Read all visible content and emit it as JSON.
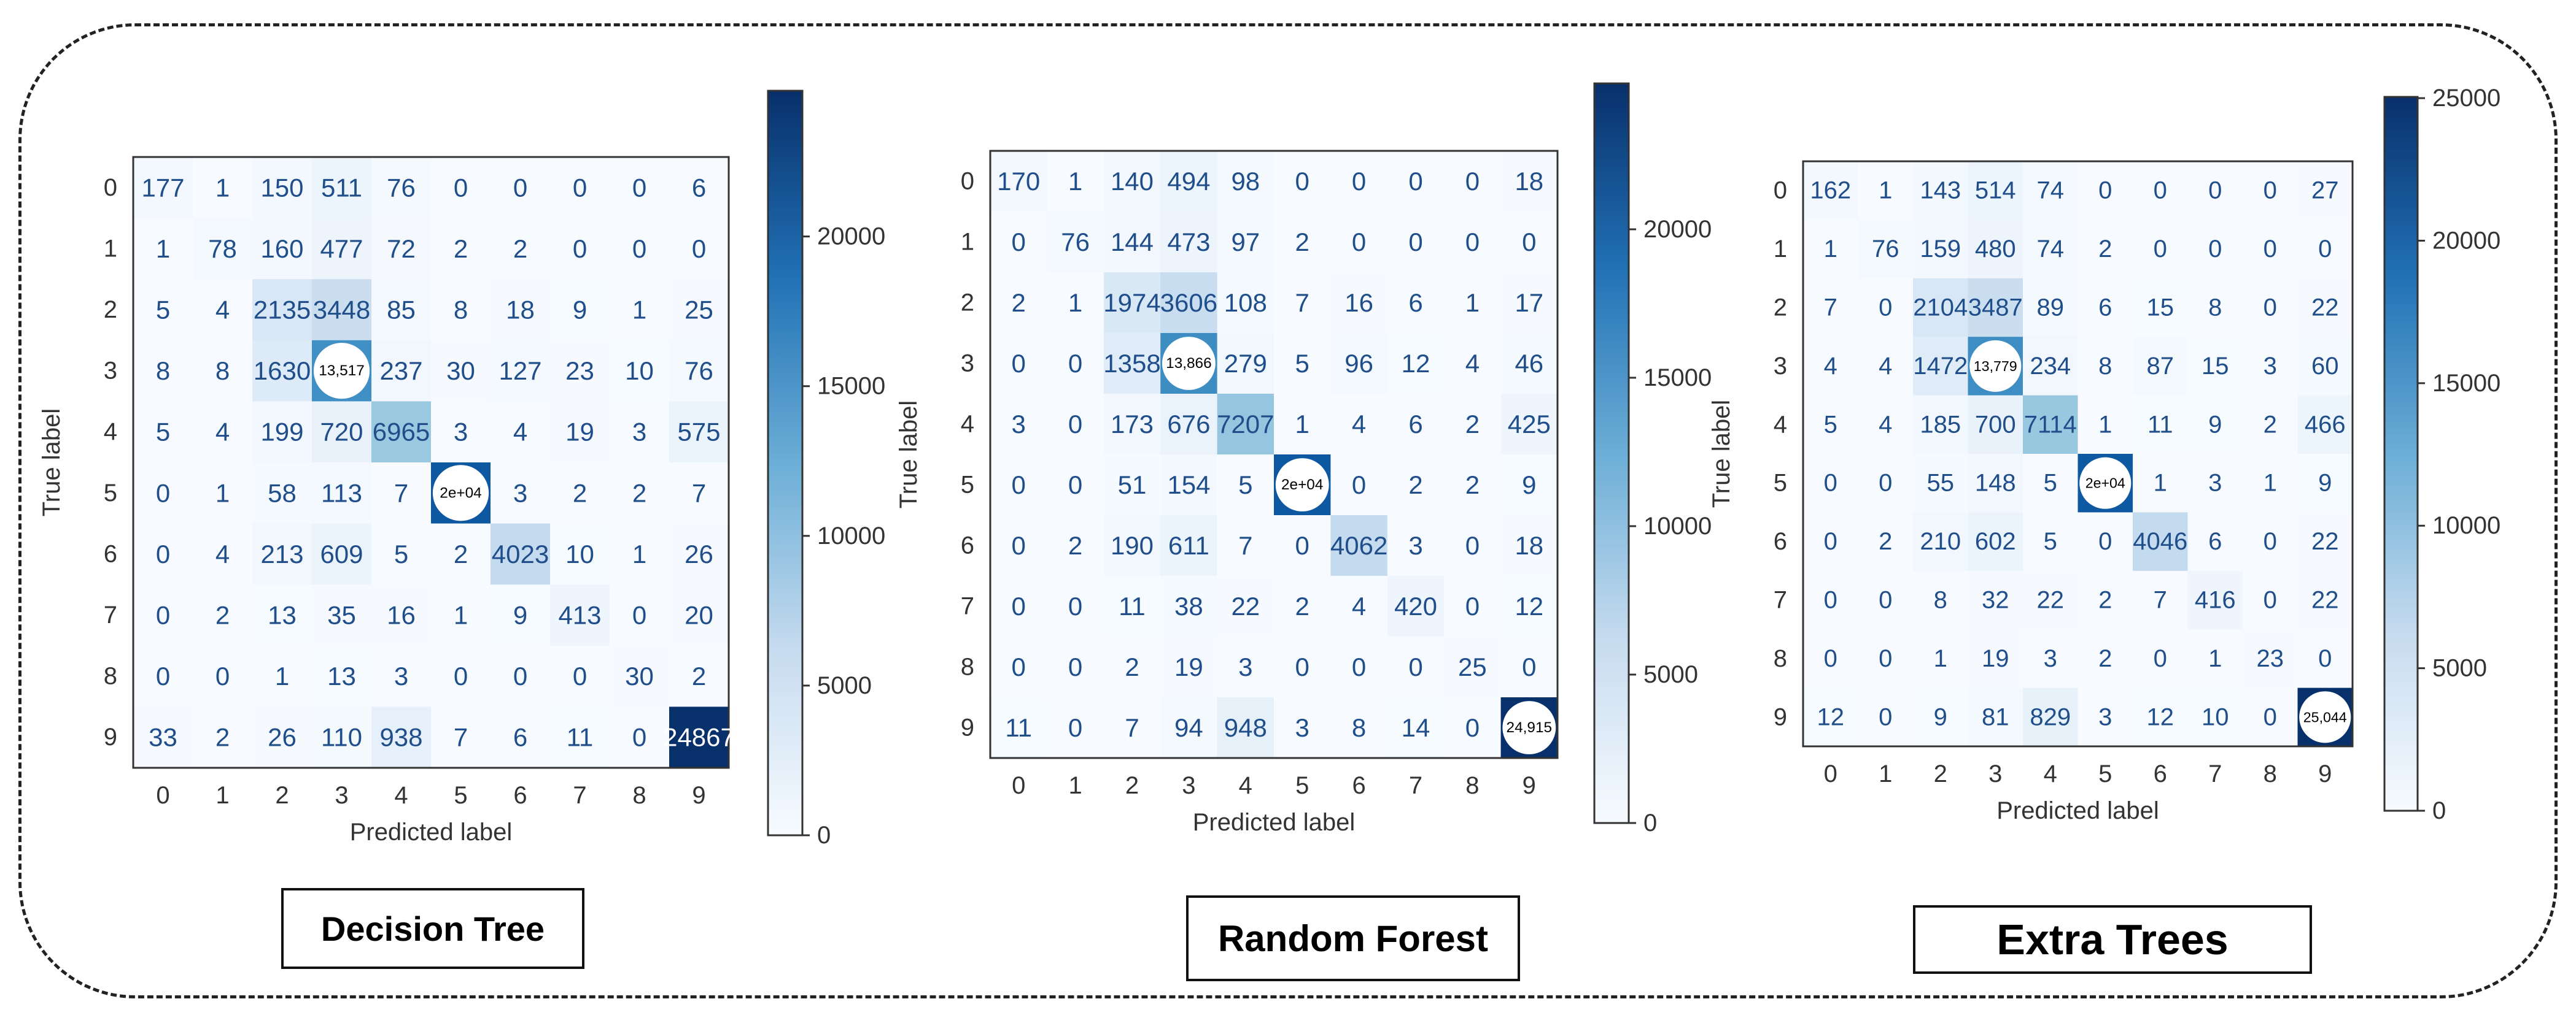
{
  "chart_data": [
    {
      "type": "heatmap",
      "title": "Decision Tree",
      "xlabel": "Predicted label",
      "ylabel": "True label",
      "x_ticks": [
        "0",
        "1",
        "2",
        "3",
        "4",
        "5",
        "6",
        "7",
        "8",
        "9"
      ],
      "y_ticks": [
        "0",
        "1",
        "2",
        "3",
        "4",
        "5",
        "6",
        "7",
        "8",
        "9"
      ],
      "colorbar": {
        "min": 0,
        "max": 24867,
        "ticks": [
          0,
          5000,
          10000,
          15000,
          20000
        ]
      },
      "cmap": "Blues",
      "matrix": [
        [
          177,
          1,
          150,
          511,
          76,
          0,
          0,
          0,
          0,
          6
        ],
        [
          1,
          78,
          160,
          477,
          72,
          2,
          2,
          0,
          0,
          0
        ],
        [
          5,
          4,
          2135,
          3448,
          85,
          8,
          18,
          9,
          1,
          25
        ],
        [
          8,
          8,
          1630,
          13517,
          237,
          30,
          127,
          23,
          10,
          76
        ],
        [
          5,
          4,
          199,
          720,
          6965,
          3,
          4,
          19,
          3,
          575
        ],
        [
          0,
          1,
          58,
          113,
          7,
          20000,
          3,
          2,
          2,
          7
        ],
        [
          0,
          4,
          213,
          609,
          5,
          2,
          4023,
          10,
          1,
          26
        ],
        [
          0,
          2,
          13,
          35,
          16,
          1,
          9,
          413,
          0,
          20
        ],
        [
          0,
          0,
          1,
          13,
          3,
          0,
          0,
          0,
          30,
          2
        ],
        [
          33,
          2,
          26,
          110,
          938,
          7,
          6,
          11,
          0,
          24867
        ]
      ],
      "labels": [
        [
          "177",
          "1",
          "150",
          "511",
          "76",
          "0",
          "0",
          "0",
          "0",
          "6"
        ],
        [
          "1",
          "78",
          "160",
          "477",
          "72",
          "2",
          "2",
          "0",
          "0",
          "0"
        ],
        [
          "5",
          "4",
          "2135",
          "3448",
          "85",
          "8",
          "18",
          "9",
          "1",
          "25"
        ],
        [
          "8",
          "8",
          "1630",
          "13,517",
          "237",
          "30",
          "127",
          "23",
          "10",
          "76"
        ],
        [
          "5",
          "4",
          "199",
          "720",
          "6965",
          "3",
          "4",
          "19",
          "3",
          "575"
        ],
        [
          "0",
          "1",
          "58",
          "113",
          "7",
          "2e+04",
          "3",
          "2",
          "2",
          "7"
        ],
        [
          "0",
          "4",
          "213",
          "609",
          "5",
          "2",
          "4023",
          "10",
          "1",
          "26"
        ],
        [
          "0",
          "2",
          "13",
          "35",
          "16",
          "1",
          "9",
          "413",
          "0",
          "20"
        ],
        [
          "0",
          "0",
          "1",
          "13",
          "3",
          "0",
          "0",
          "0",
          "30",
          "2"
        ],
        [
          "33",
          "2",
          "26",
          "110",
          "938",
          "7",
          "6",
          "11",
          "0",
          "24867"
        ]
      ],
      "circled": [
        [
          "3",
          "3"
        ],
        [
          "5",
          "5"
        ]
      ]
    },
    {
      "type": "heatmap",
      "title": "Random Forest",
      "xlabel": "Predicted label",
      "ylabel": "True label",
      "x_ticks": [
        "0",
        "1",
        "2",
        "3",
        "4",
        "5",
        "6",
        "7",
        "8",
        "9"
      ],
      "y_ticks": [
        "0",
        "1",
        "2",
        "3",
        "4",
        "5",
        "6",
        "7",
        "8",
        "9"
      ],
      "colorbar": {
        "min": 0,
        "max": 24915,
        "ticks": [
          0,
          5000,
          10000,
          15000,
          20000
        ]
      },
      "cmap": "Blues",
      "matrix": [
        [
          170,
          1,
          140,
          494,
          98,
          0,
          0,
          0,
          0,
          18
        ],
        [
          0,
          76,
          144,
          473,
          97,
          2,
          0,
          0,
          0,
          0
        ],
        [
          2,
          1,
          1974,
          3606,
          108,
          7,
          16,
          6,
          1,
          17
        ],
        [
          0,
          0,
          1358,
          13866,
          279,
          5,
          96,
          12,
          4,
          46
        ],
        [
          3,
          0,
          173,
          676,
          7207,
          1,
          4,
          6,
          2,
          425
        ],
        [
          0,
          0,
          51,
          154,
          5,
          20000,
          0,
          2,
          2,
          9
        ],
        [
          0,
          2,
          190,
          611,
          7,
          0,
          4062,
          3,
          0,
          18
        ],
        [
          0,
          0,
          11,
          38,
          22,
          2,
          4,
          420,
          0,
          12
        ],
        [
          0,
          0,
          2,
          19,
          3,
          0,
          0,
          0,
          25,
          0
        ],
        [
          11,
          0,
          7,
          94,
          948,
          3,
          8,
          14,
          0,
          24915
        ]
      ],
      "labels": [
        [
          "170",
          "1",
          "140",
          "494",
          "98",
          "0",
          "0",
          "0",
          "0",
          "18"
        ],
        [
          "0",
          "76",
          "144",
          "473",
          "97",
          "2",
          "0",
          "0",
          "0",
          "0"
        ],
        [
          "2",
          "1",
          "1974",
          "3606",
          "108",
          "7",
          "16",
          "6",
          "1",
          "17"
        ],
        [
          "0",
          "0",
          "1358",
          "13,866",
          "279",
          "5",
          "96",
          "12",
          "4",
          "46"
        ],
        [
          "3",
          "0",
          "173",
          "676",
          "7207",
          "1",
          "4",
          "6",
          "2",
          "425"
        ],
        [
          "0",
          "0",
          "51",
          "154",
          "5",
          "2e+04",
          "0",
          "2",
          "2",
          "9"
        ],
        [
          "0",
          "2",
          "190",
          "611",
          "7",
          "0",
          "4062",
          "3",
          "0",
          "18"
        ],
        [
          "0",
          "0",
          "11",
          "38",
          "22",
          "2",
          "4",
          "420",
          "0",
          "12"
        ],
        [
          "0",
          "0",
          "2",
          "19",
          "3",
          "0",
          "0",
          "0",
          "25",
          "0"
        ],
        [
          "11",
          "0",
          "7",
          "94",
          "948",
          "3",
          "8",
          "14",
          "0",
          "24,915"
        ]
      ],
      "circled": [
        [
          "3",
          "3"
        ],
        [
          "5",
          "5"
        ],
        [
          "9",
          "9"
        ]
      ]
    },
    {
      "type": "heatmap",
      "title": "Extra Trees",
      "xlabel": "Predicted label",
      "ylabel": "True label",
      "x_ticks": [
        "0",
        "1",
        "2",
        "3",
        "4",
        "5",
        "6",
        "7",
        "8",
        "9"
      ],
      "y_ticks": [
        "0",
        "1",
        "2",
        "3",
        "4",
        "5",
        "6",
        "7",
        "8",
        "9"
      ],
      "colorbar": {
        "min": 0,
        "max": 25044,
        "ticks": [
          0,
          5000,
          10000,
          15000,
          20000,
          25000
        ]
      },
      "cmap": "Blues",
      "matrix": [
        [
          162,
          1,
          143,
          514,
          74,
          0,
          0,
          0,
          0,
          27
        ],
        [
          1,
          76,
          159,
          480,
          74,
          2,
          0,
          0,
          0,
          0
        ],
        [
          7,
          0,
          2104,
          3487,
          89,
          6,
          15,
          8,
          0,
          22
        ],
        [
          4,
          4,
          1472,
          13779,
          234,
          8,
          87,
          15,
          3,
          60
        ],
        [
          5,
          4,
          185,
          700,
          7114,
          1,
          11,
          9,
          2,
          466
        ],
        [
          0,
          0,
          55,
          148,
          5,
          20000,
          1,
          3,
          1,
          9
        ],
        [
          0,
          2,
          210,
          602,
          5,
          0,
          4046,
          6,
          0,
          22
        ],
        [
          0,
          0,
          8,
          32,
          22,
          2,
          7,
          416,
          0,
          22
        ],
        [
          0,
          0,
          1,
          19,
          3,
          2,
          0,
          1,
          23,
          0
        ],
        [
          12,
          0,
          9,
          81,
          829,
          3,
          12,
          10,
          0,
          25044
        ]
      ],
      "labels": [
        [
          "162",
          "1",
          "143",
          "514",
          "74",
          "0",
          "0",
          "0",
          "0",
          "27"
        ],
        [
          "1",
          "76",
          "159",
          "480",
          "74",
          "2",
          "0",
          "0",
          "0",
          "0"
        ],
        [
          "7",
          "0",
          "2104",
          "3487",
          "89",
          "6",
          "15",
          "8",
          "0",
          "22"
        ],
        [
          "4",
          "4",
          "1472",
          "13,779",
          "234",
          "8",
          "87",
          "15",
          "3",
          "60"
        ],
        [
          "5",
          "4",
          "185",
          "700",
          "7114",
          "1",
          "11",
          "9",
          "2",
          "466"
        ],
        [
          "0",
          "0",
          "55",
          "148",
          "5",
          "2e+04",
          "1",
          "3",
          "1",
          "9"
        ],
        [
          "0",
          "2",
          "210",
          "602",
          "5",
          "0",
          "4046",
          "6",
          "0",
          "22"
        ],
        [
          "0",
          "0",
          "8",
          "32",
          "22",
          "2",
          "7",
          "416",
          "0",
          "22"
        ],
        [
          "0",
          "0",
          "1",
          "19",
          "3",
          "2",
          "0",
          "1",
          "23",
          "0"
        ],
        [
          "12",
          "0",
          "9",
          "81",
          "829",
          "3",
          "12",
          "10",
          "0",
          "25,044"
        ]
      ],
      "circled": [
        [
          "3",
          "3"
        ],
        [
          "5",
          "5"
        ],
        [
          "9",
          "9"
        ]
      ]
    }
  ]
}
